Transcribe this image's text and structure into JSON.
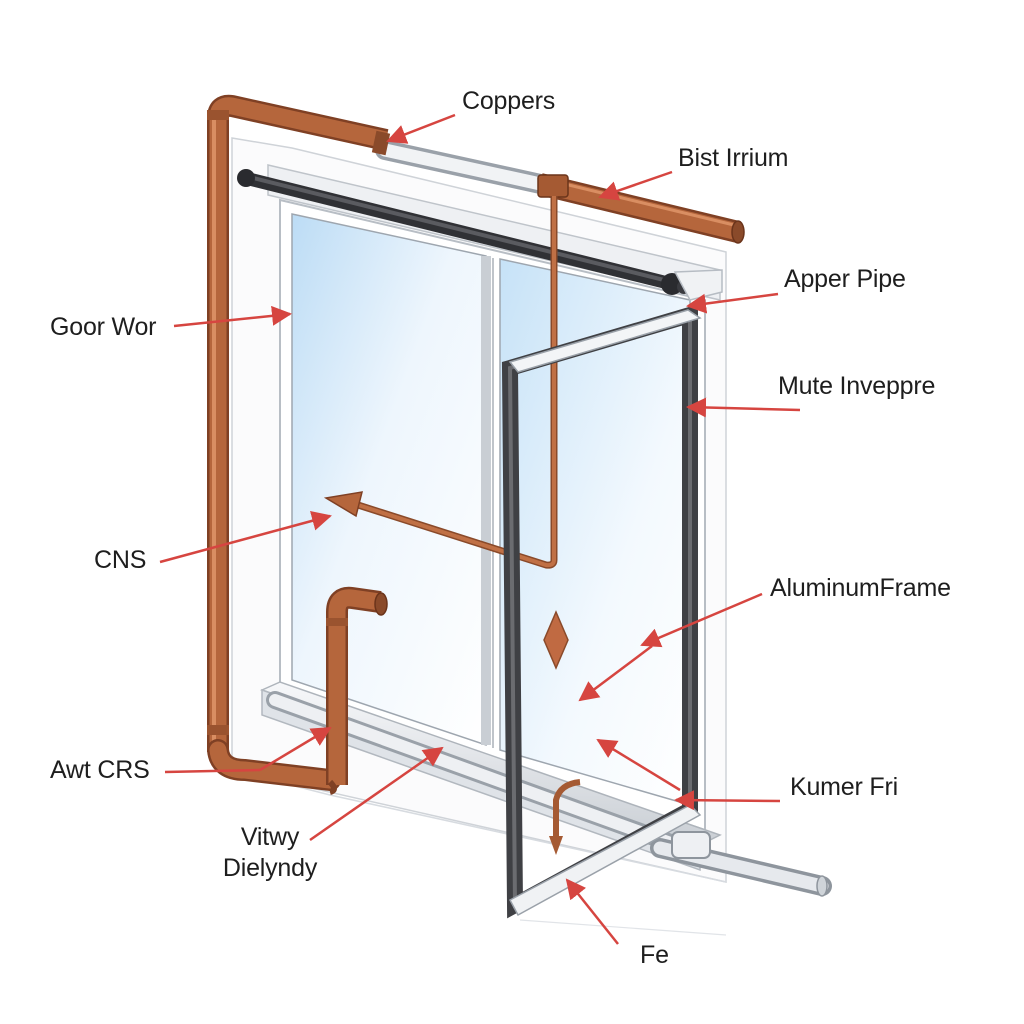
{
  "diagram": {
    "labels": {
      "coppers": "Coppers",
      "bist_irrium": "Bist Irrium",
      "apper_pipe": "Apper Pipe",
      "goor_wor": "Goor Wor",
      "mute_inveppre": "Mute Inveppre",
      "cns": "CNS",
      "aluminum_frame": "AluminumFrame",
      "awt_crs": "Awt CRS",
      "kumer_fri": "Kumer Fri",
      "vitwy_line1": "Vitwy",
      "vitwy_line2": "Dielyndy",
      "fe": "Fe"
    },
    "colors": {
      "copper": "#b5663c",
      "copper_highlight": "#d98e62",
      "copper_shadow": "#7f4024",
      "frame_dark": "#3f4044",
      "frame_light": "#6b6c70",
      "glass": "#d5e9f8",
      "sill": "#e7eaee",
      "leader_arrow": "#d64540",
      "label_text": "#1e1e1e"
    }
  }
}
